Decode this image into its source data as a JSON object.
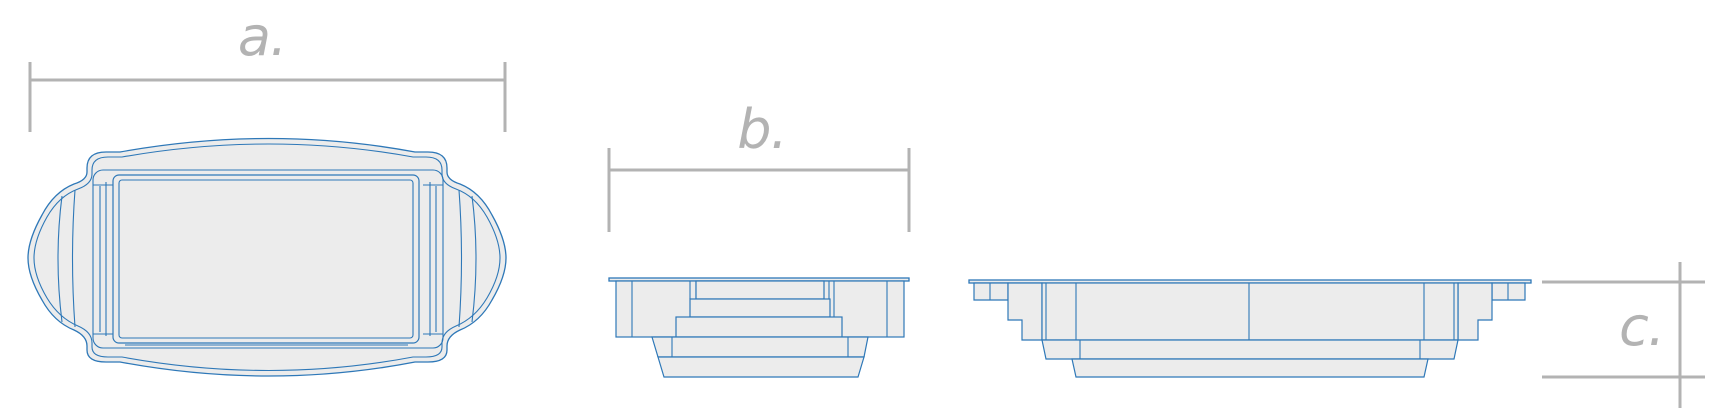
{
  "dimensions": {
    "a": {
      "label": "a."
    },
    "b": {
      "label": "b."
    },
    "c": {
      "label": "c."
    }
  },
  "colors": {
    "dimension": "#b3b3b3",
    "outline": "#2e78b8",
    "fill": "#ececec",
    "background": "#ffffff"
  }
}
